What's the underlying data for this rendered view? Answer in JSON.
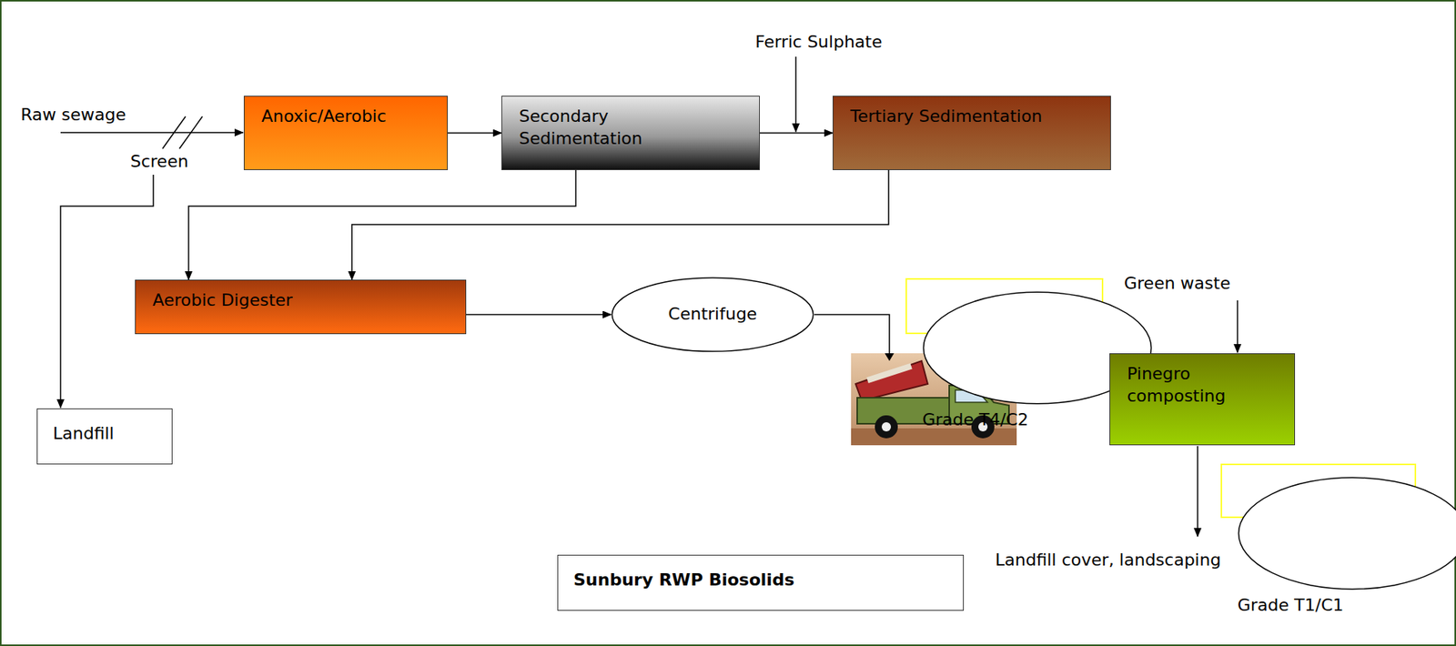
{
  "diagram": {
    "nodes": [
      {
        "text": [
          "Anoxic/Aerobic"
        ]
      },
      {
        "text": [
          "Secondary Sedimentation"
        ]
      },
      {
        "text": [
          "Tertiary Sedimentation"
        ]
      },
      {
        "text": [
          "Aerobic Digester"
        ]
      },
      {
        "text": [
          "Centrifuge"
        ]
      },
      {
        "text": [
          "Grade T4/C2"
        ]
      },
      {
        "text": [
          "Pinegro composting"
        ]
      },
      {
        "text": [
          "Landfill"
        ]
      },
      {
        "text": [
          "Grade T1/C1"
        ]
      },
      {
        "text": [
          "Sunbury RWP Biosolids"
        ]
      }
    ],
    "edges": [
      {
        "from": 0,
        "to": 1,
        "arrow": "to"
      },
      {
        "from": 1,
        "to": 2,
        "arrow": "to"
      },
      {
        "from": 1,
        "to": 3,
        "arrow": "to"
      },
      {
        "from": 2,
        "to": 3,
        "arrow": "to"
      },
      {
        "from": 3,
        "to": 4,
        "arrow": "to"
      },
      {
        "from": 4,
        "to": 6,
        "arrow": "to"
      }
    ],
    "labels": [
      "Raw sewage",
      "Screen",
      "Ferric Sulphate",
      "Green waste",
      "Landfill cover, landscaping"
    ]
  }
}
